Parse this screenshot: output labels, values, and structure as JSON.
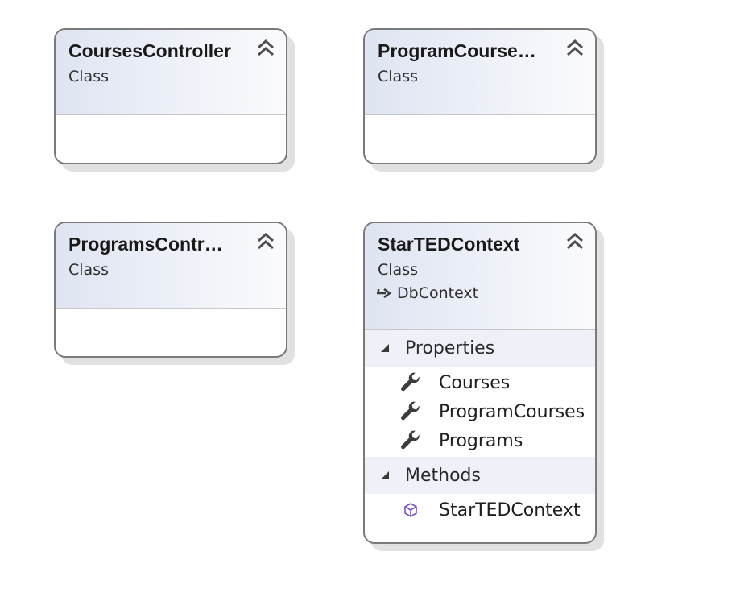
{
  "shapes": [
    {
      "name": "CoursesController",
      "kind": "Class"
    },
    {
      "name": "ProgramCourse…",
      "kind": "Class"
    },
    {
      "name": "ProgramsContr…",
      "kind": "Class"
    },
    {
      "name": "StarTEDContext",
      "kind": "Class",
      "base": "DbContext",
      "sections": {
        "properties": {
          "label": "Properties",
          "items": [
            "Courses",
            "ProgramCourses",
            "Programs"
          ]
        },
        "methods": {
          "label": "Methods",
          "items": [
            "StarTEDContext"
          ]
        }
      }
    }
  ],
  "colors": {
    "border": "#7a7a7a",
    "header_gradient_start": "#dfe4f2",
    "section_bg": "#eef1f8",
    "method_icon": "#7b52c6"
  },
  "icons": {
    "collapse": "double-chevron-up-icon",
    "inheritance": "inheritance-arrow-icon",
    "property": "wrench-icon",
    "method": "method-cube-icon",
    "section_toggle": "expanded-triangle-icon"
  }
}
